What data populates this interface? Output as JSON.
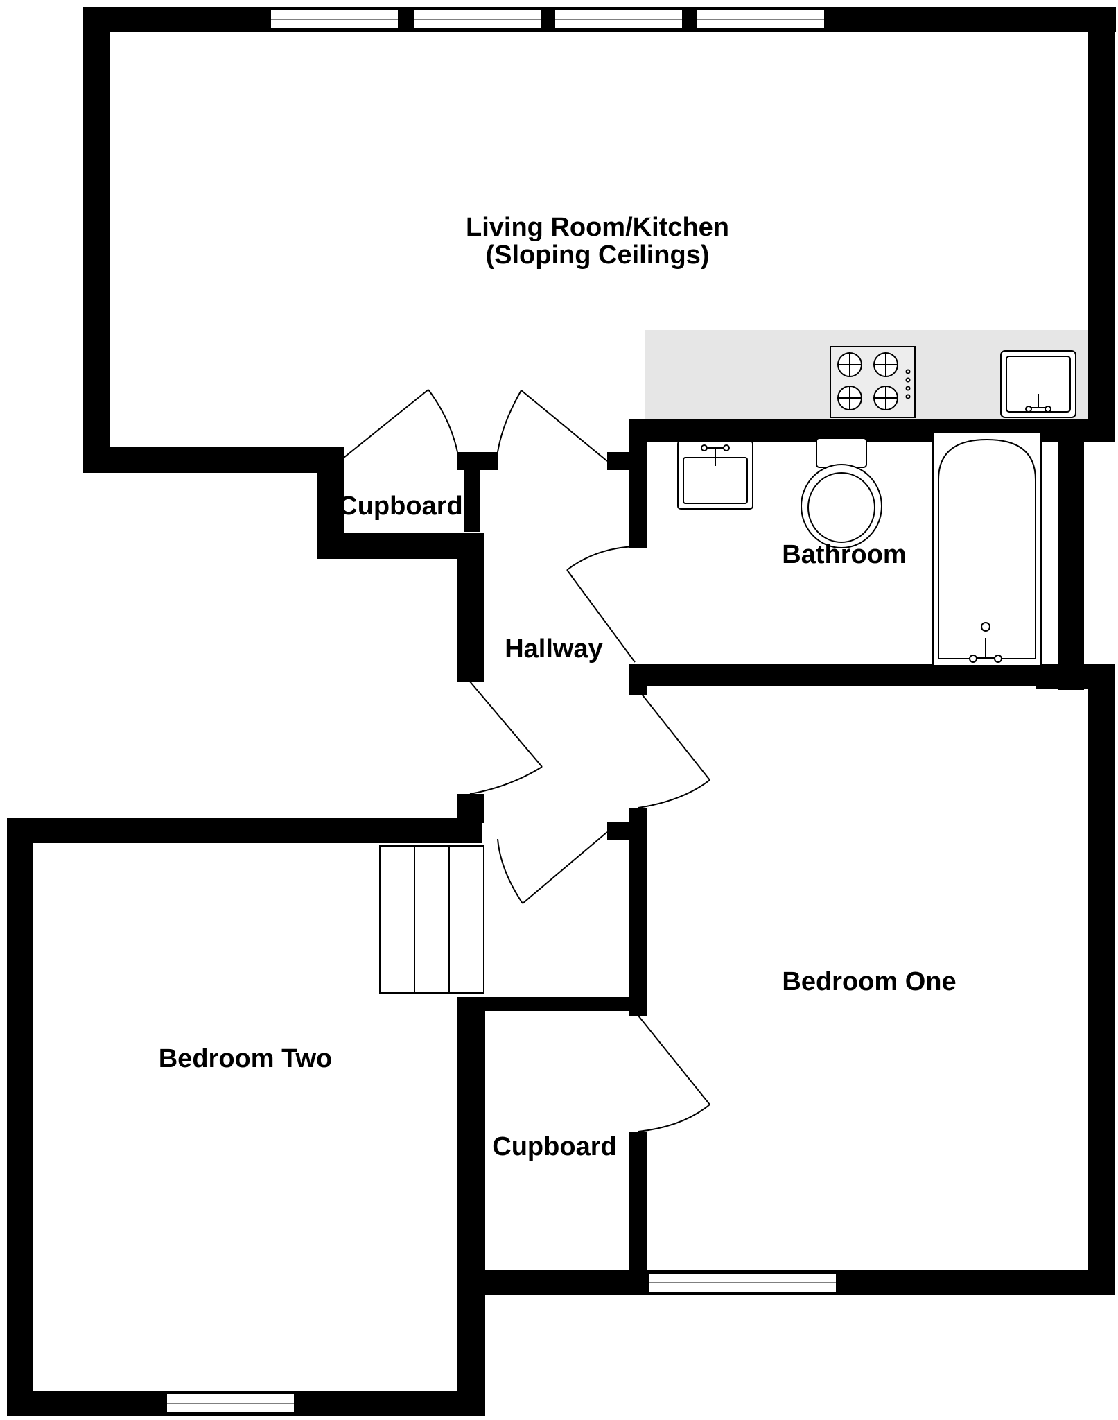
{
  "rooms": {
    "living_line1": "Living Room/Kitchen",
    "living_line2": "(Sloping Ceilings)",
    "cupboard_top": "Cupboard",
    "hallway": "Hallway",
    "bathroom": "Bathroom",
    "bedroom_one": "Bedroom One",
    "bedroom_two": "Bedroom Two",
    "cupboard_bottom": "Cupboard"
  },
  "colors": {
    "wall": "#000000",
    "floor": "#ffffff",
    "kitchen_counter": "#e6e6e6",
    "window_fill": "#ffffff"
  },
  "fixtures": [
    "hob-icon",
    "kitchen-sink-icon",
    "basin-icon",
    "toilet-icon",
    "bathtub-icon",
    "staircase"
  ]
}
